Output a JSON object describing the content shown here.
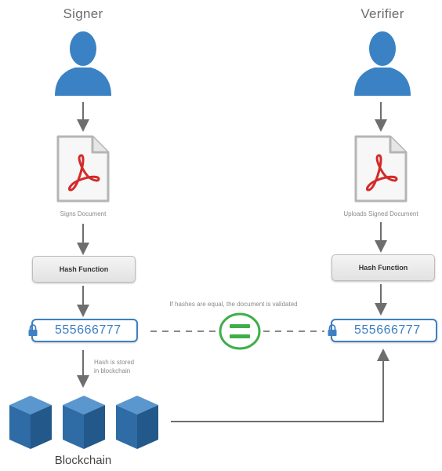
{
  "signer": {
    "title": "Signer",
    "doc_caption": "Signs Document",
    "hash_function_label": "Hash Function",
    "hash_value": "555666777"
  },
  "verifier": {
    "title": "Verifier",
    "doc_caption": "Uploads Signed Document",
    "hash_function_label": "Hash Function",
    "hash_value": "555666777"
  },
  "compare": {
    "note": "If hashes are equal, the document is validated",
    "symbol": "="
  },
  "store_note": {
    "line1": "Hash is stored",
    "line2": "in blockchain"
  },
  "blockchain": {
    "label": "Blockchain"
  },
  "colors": {
    "person": "#3b82c4",
    "hash_border": "#3d7fc4",
    "equal_green": "#3fae49",
    "pdf_red": "#d32a2a",
    "arrow": "#6e6e6e",
    "cube": "#3a77b0"
  }
}
